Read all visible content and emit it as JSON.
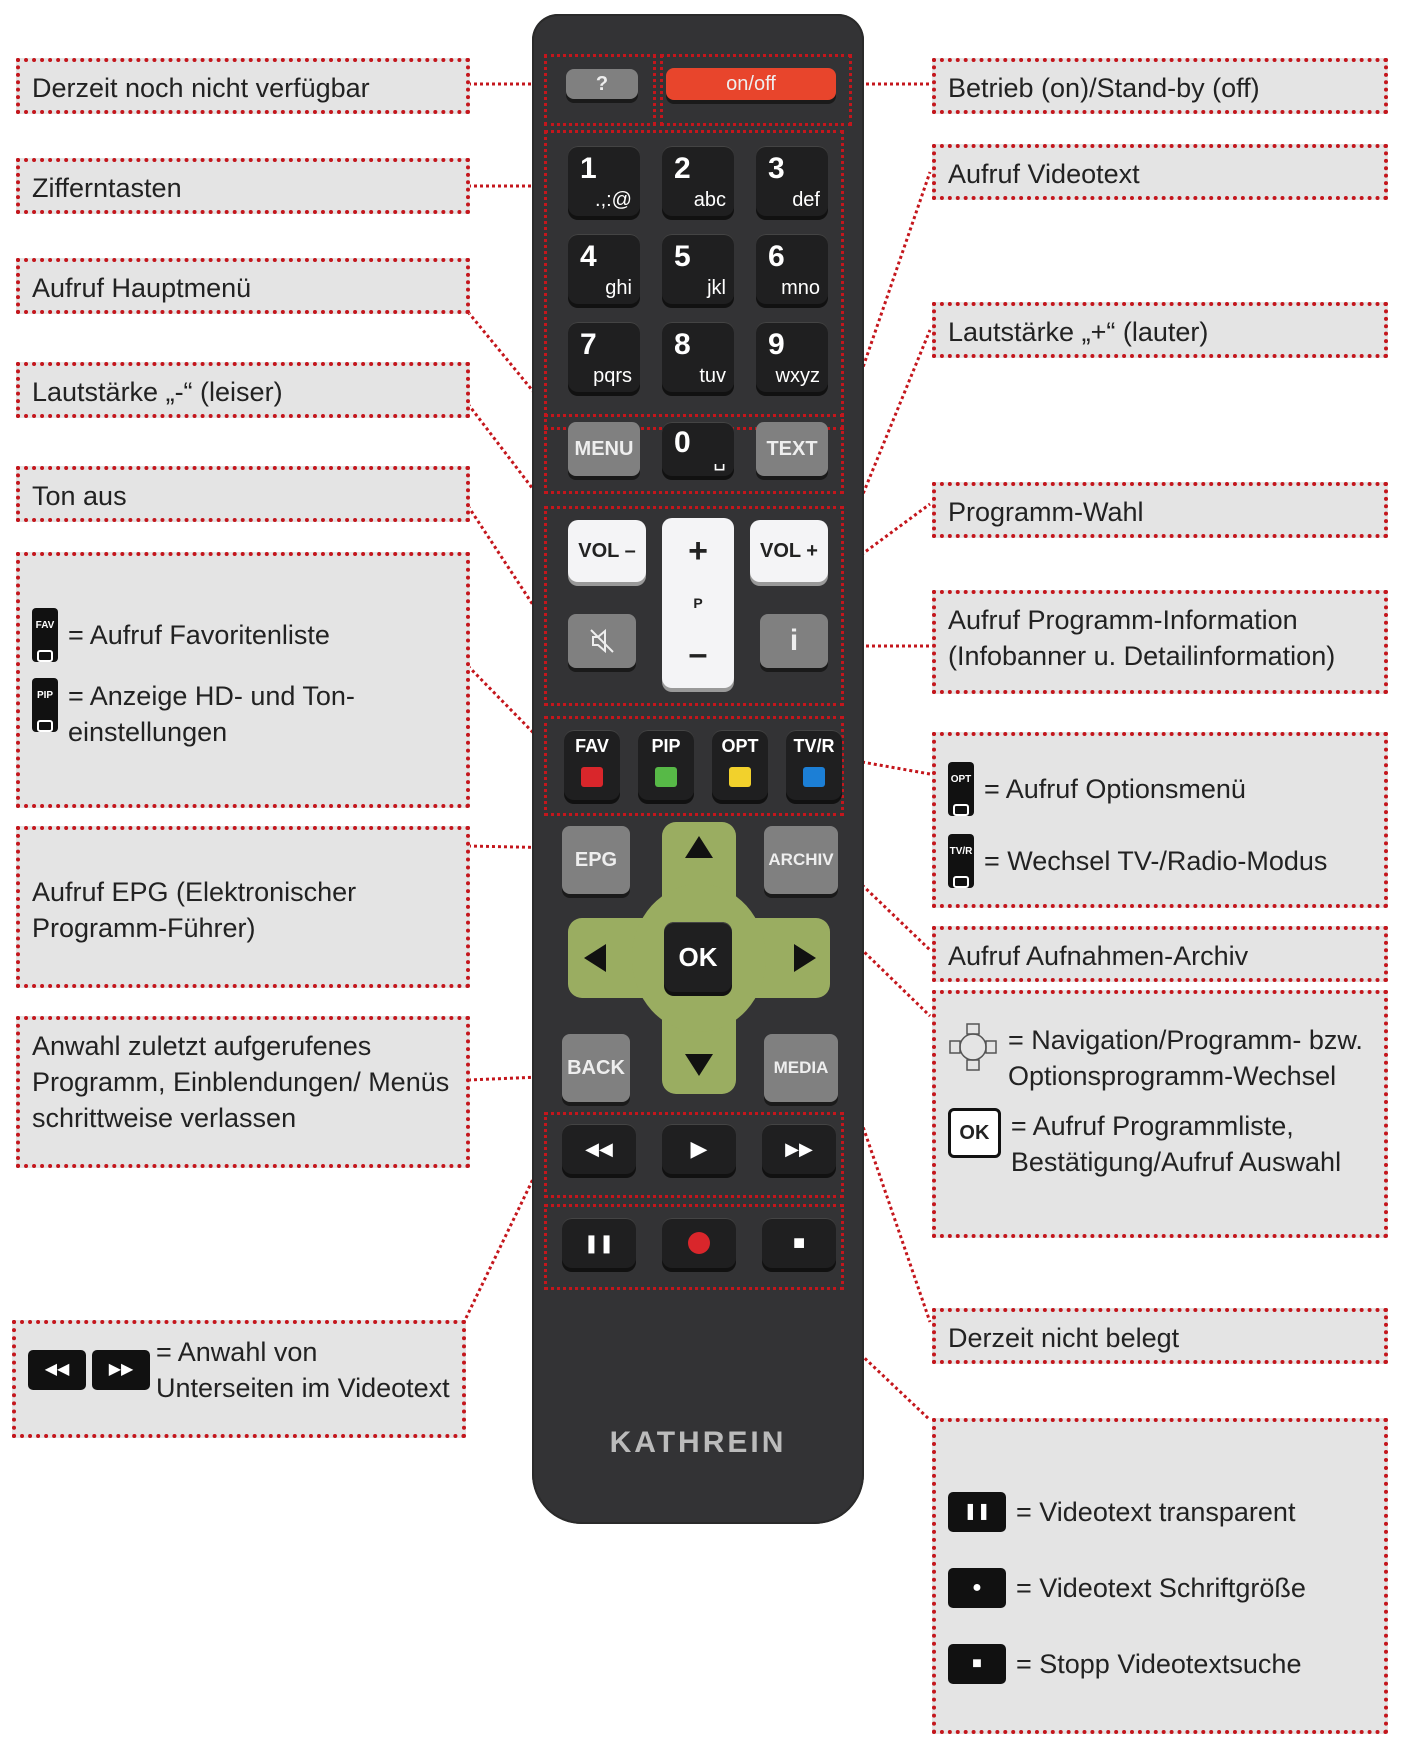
{
  "labels": {
    "not_available": "Derzeit noch nicht verfügbar",
    "digit_keys": "Zifferntasten",
    "main_menu": "Aufruf Hauptmenü",
    "vol_down": "Lautstärke „-“ (leiser)",
    "mute": "Ton aus",
    "fav_text": "= Aufruf Favoritenliste",
    "pip_text": "= Anzeige HD- und Ton-einstellungen",
    "epg": "Aufruf EPG (Elektronischer Programm-Führer)",
    "back": "Anwahl zuletzt aufgerufenes Programm, Einblendungen/ Menüs schrittweise verlassen",
    "subpages_text": "= Anwahl von Unterseiten im Videotext",
    "power": "Betrieb (on)/Stand-by (off)",
    "teletext": "Aufruf Videotext",
    "vol_up": "Lautstärke „+“ (lauter)",
    "program_select": "Programm-Wahl",
    "program_info": "Aufruf Programm-Information (Infobanner u. Detailinformation)",
    "opt_text": "= Aufruf Optionsmenü",
    "tvr_text": "= Wechsel TV-/Radio-Modus",
    "archive": "Aufruf Aufnahmen-Archiv",
    "nav_text": "= Navigation/Programm- bzw. Optionsprogramm-Wechsel",
    "ok_text": "= Aufruf Programmliste, Bestätigung/Aufruf Auswahl",
    "not_assigned": "Derzeit nicht belegt",
    "pause_text": "=  Videotext transparent",
    "record_text": "=  Videotext Schriftgröße",
    "stop_text": "=  Stopp Videotextsuche"
  },
  "icon_captions": {
    "fav": "FAV",
    "pip": "PIP",
    "opt": "OPT",
    "tvr": "TV/R",
    "ok": "OK"
  },
  "remote": {
    "help": "?",
    "onoff": "on/off",
    "digits": [
      {
        "d": "1",
        "l": ".,:@"
      },
      {
        "d": "2",
        "l": "abc"
      },
      {
        "d": "3",
        "l": "def"
      },
      {
        "d": "4",
        "l": "ghi"
      },
      {
        "d": "5",
        "l": "jkl"
      },
      {
        "d": "6",
        "l": "mno"
      },
      {
        "d": "7",
        "l": "pqrs"
      },
      {
        "d": "8",
        "l": "tuv"
      },
      {
        "d": "9",
        "l": "wxyz"
      }
    ],
    "menu": "MENU",
    "zero": "0",
    "zero_sub": "␣",
    "text": "TEXT",
    "vol_minus": "VOL –",
    "vol_plus": "VOL +",
    "plus": "+",
    "p": "P",
    "minus": "–",
    "info": "i",
    "fav": "FAV",
    "pip": "PIP",
    "opt": "OPT",
    "tvr": "TV/R",
    "epg": "EPG",
    "archiv": "ARCHIV",
    "back": "BACK",
    "media": "MEDIA",
    "ok": "OK",
    "brand": "KATHREIN",
    "colors": {
      "red": "#d9262b",
      "green": "#57b947",
      "yellow": "#f2d12c",
      "blue": "#1c7fd6",
      "nav": "#9aad61",
      "power": "#e8452c"
    }
  }
}
